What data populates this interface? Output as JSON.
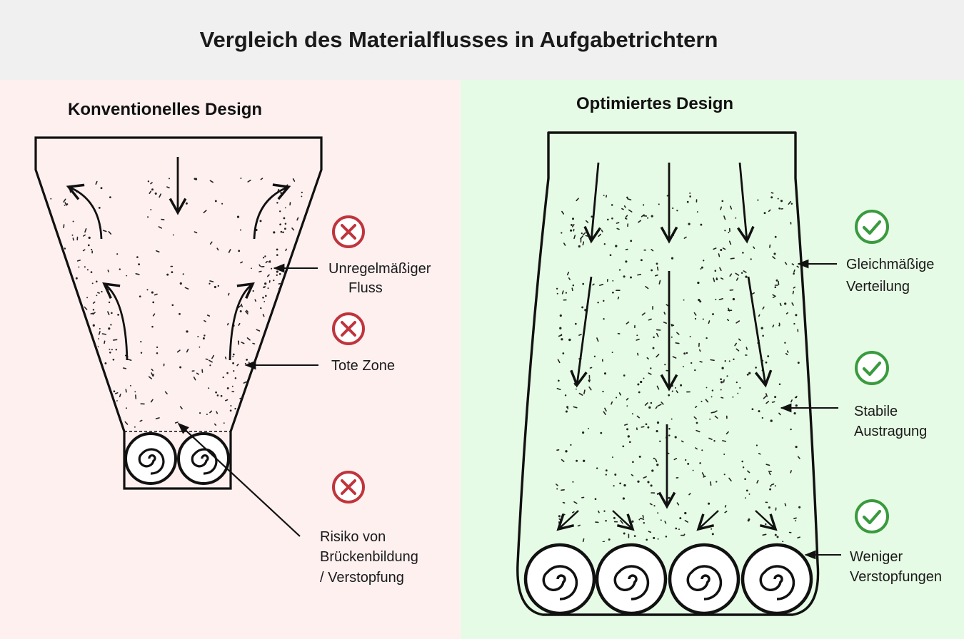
{
  "title": "Vergleich des Materialflusses in Aufgabetrichtern",
  "panels": {
    "conventional": {
      "title": "Konventionelles Design",
      "labels": {
        "irregular_flow_1": "Unregelmäßiger",
        "irregular_flow_2": "Fluss",
        "dead_zone": "Tote Zone",
        "bridging_1": "Risiko von",
        "bridging_2": "Brückenbildung",
        "bridging_3": "/ Verstopfung"
      },
      "status_icon": "x-circle-icon",
      "status_color": "#c0343c",
      "background": "#fff0f0"
    },
    "optimized": {
      "title": "Optimiertes Design",
      "labels": {
        "even_distribution_1": "Gleichmäßige",
        "even_distribution_2": "Verteilung",
        "stable_discharge_1": "Stabile",
        "stable_discharge_2": "Austragung",
        "less_clogging_1": "Weniger",
        "less_clogging_2": "Verstopfungen"
      },
      "status_icon": "check-circle-icon",
      "status_color": "#3a9a3e",
      "background": "#e6fbe5"
    }
  }
}
